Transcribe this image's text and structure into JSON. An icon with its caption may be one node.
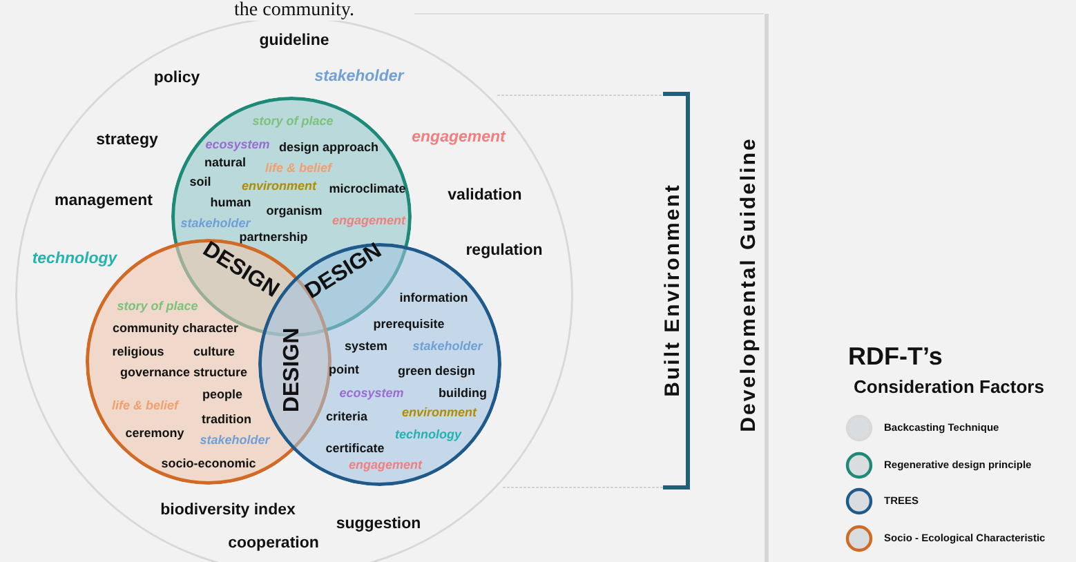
{
  "diagram": {
    "title": "the community.",
    "nodes": [
      {
        "text": [
          "guideline",
          "policy",
          "stakeholder",
          "strategy",
          "engagement",
          "management",
          "validation",
          "technology",
          "regulation",
          "biodiversity index",
          "suggestion",
          "cooperation"
        ]
      },
      {
        "text": [
          "story of place",
          "ecosystem",
          "design approach",
          "natural",
          "life & belief",
          "soil",
          "environment",
          "microclimate",
          "human",
          "organism",
          "stakeholder",
          "engagement",
          "partnership"
        ],
        "in": 0
      },
      {
        "text": [
          "story of place",
          "community character",
          "religious",
          "culture",
          "governance structure",
          "people",
          "life & belief",
          "tradition",
          "ceremony",
          "stakeholder",
          "socio-economic"
        ],
        "in": 0
      },
      {
        "text": [
          "information",
          "prerequisite",
          "system",
          "stakeholder",
          "point",
          "green design",
          "ecosystem",
          "building",
          "criteria",
          "environment",
          "technology",
          "certificate",
          "engagement"
        ],
        "in": 0
      }
    ],
    "edges": [],
    "labels": [
      "DESIGN",
      "DESIGN",
      "DESIGN",
      "Built Environment",
      "Developmental Guideline",
      "RDF-T’s",
      "Consideration Factors"
    ],
    "legend": [
      {
        "text": "Backcasting Technique",
        "color": "#d9d9d9"
      },
      {
        "text": "Regenerative design principle",
        "color": "#1d8a78"
      },
      {
        "text": "TREES",
        "color": "#1f5a8a"
      },
      {
        "text": "Socio - Ecological Characteristic",
        "color": "#d06a25"
      }
    ]
  }
}
